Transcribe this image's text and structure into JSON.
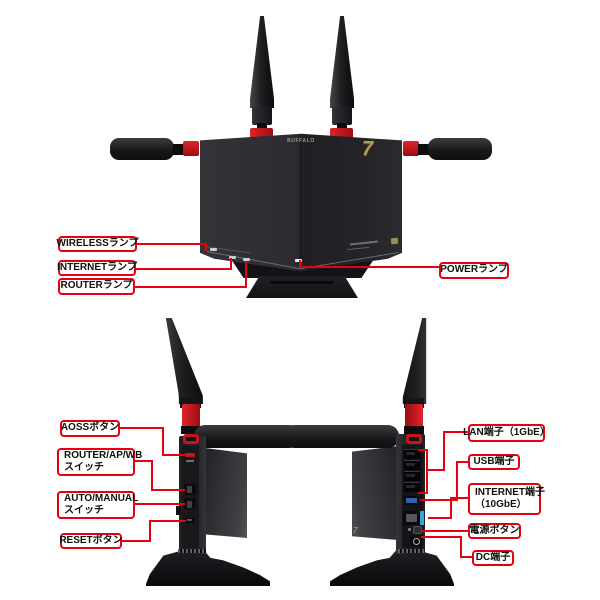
{
  "product": {
    "brand": "BUFFALO",
    "emblem": "7"
  },
  "colors": {
    "accent_red": "#e60012",
    "usb_port_blue": "#2b66ae",
    "internet_port_blue": "#3fa3d6",
    "emblem_gold": "#a8915a"
  },
  "front_view": {
    "callouts": {
      "wireless_lamp": "WIRELESSランプ",
      "internet_lamp": "INTERNETランプ",
      "router_lamp": "ROUTERランプ",
      "power_lamp": "POWERランプ"
    }
  },
  "left_side_view": {
    "callouts": {
      "aoss_button": "AOSSボタン",
      "mode_switch_line1": "ROUTER/AP/WB",
      "mode_switch_line2": "スイッチ",
      "auto_manual_switch_line1": "AUTO/MANUAL",
      "auto_manual_switch_line2": "スイッチ",
      "reset_button": "RESETボタン"
    }
  },
  "right_side_view": {
    "callouts": {
      "lan_ports": "LAN端子（1GbE）",
      "usb_port": "USB端子",
      "internet_port_line1": "INTERNET端子",
      "internet_port_line2": "（10GbE）",
      "power_button": "電源ボタン",
      "dc_jack": "DC端子"
    }
  }
}
